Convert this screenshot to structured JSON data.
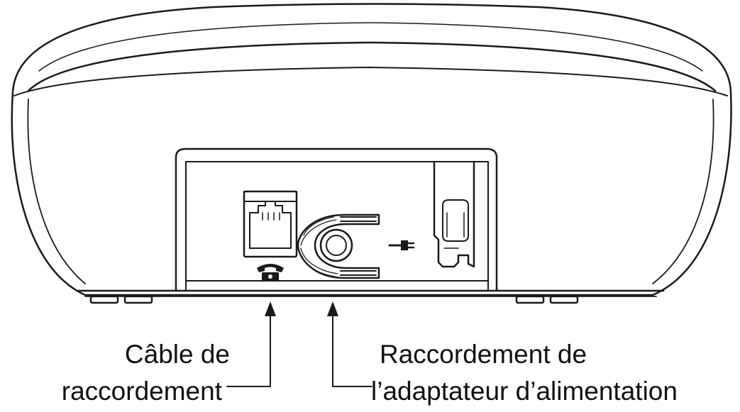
{
  "labels": {
    "phone_cable": {
      "line1": "Câble de",
      "line2": "raccordement"
    },
    "power_adapter": {
      "line1": "Raccordement de",
      "line2": "l’adaptateur d’alimentation"
    }
  },
  "icons": {
    "phone_jack": "telephone-icon",
    "power_plug": "power-plug-icon"
  },
  "colors": {
    "stroke": "#1a1a1a",
    "background": "#ffffff"
  }
}
